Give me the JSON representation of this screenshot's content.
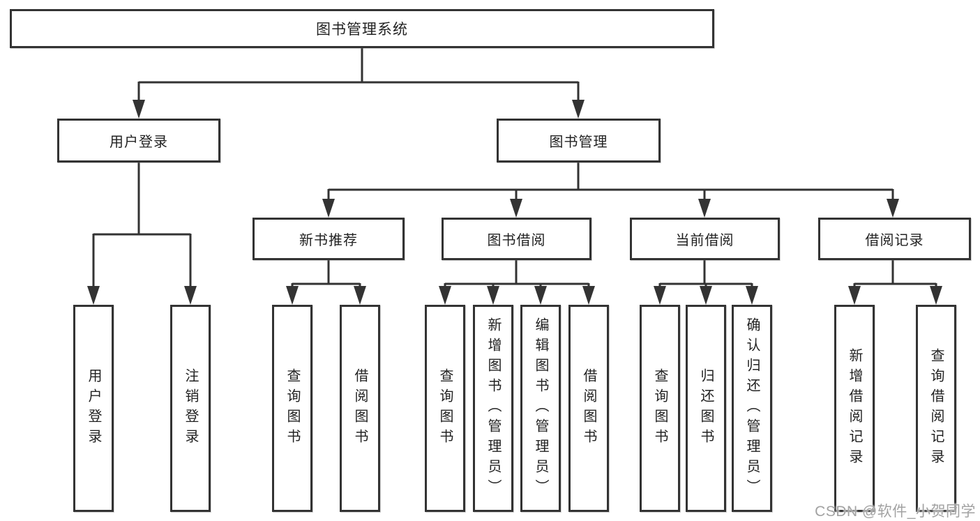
{
  "nodes": {
    "root": "图书管理系统",
    "user_login": "用户登录",
    "book_management": "图书管理",
    "new_book_recommend": "新书推荐",
    "book_borrow": "图书借阅",
    "current_borrow": "当前借阅",
    "borrow_records": "借阅记录",
    "leaves": {
      "user_login": [
        "用户登录",
        "注销登录"
      ],
      "new_book_recommend": [
        "查询图书",
        "借阅图书"
      ],
      "book_borrow": [
        "查询图书",
        "新增图书（管理员）",
        "编辑图书（管理员）",
        "借阅图书"
      ],
      "current_borrow": [
        "查询图书",
        "归还图书",
        "确认归还（管理员）"
      ],
      "borrow_records": [
        "新增借阅记录",
        "查询借阅记录"
      ]
    }
  },
  "watermark": "CSDN @软件_小贺同学",
  "colors": {
    "line": "#333333",
    "box_border": "#333333",
    "text": "#222222",
    "background": "#ffffff",
    "watermark": "#a2a2a2"
  }
}
